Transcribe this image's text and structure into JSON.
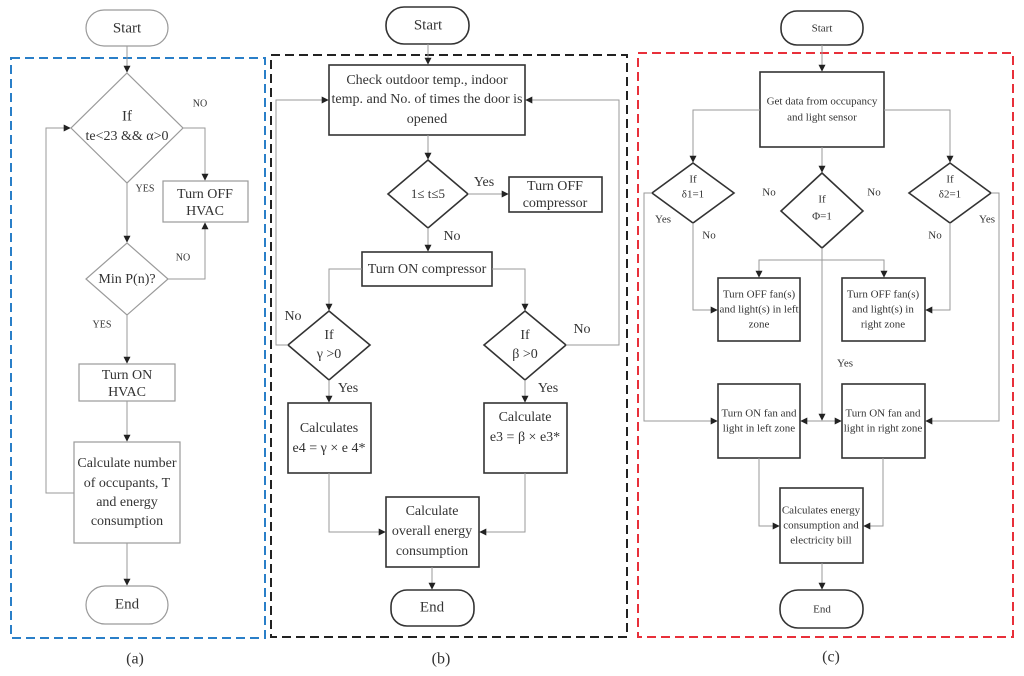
{
  "panels": {
    "a": {
      "caption": "(a)",
      "border_color": "#2a7fc8",
      "start": "Start",
      "decision1": [
        "If",
        "te<23 &&  α>0"
      ],
      "no1": "NO",
      "yes1": "YES",
      "turn_off": [
        "Turn OFF",
        "HVAC"
      ],
      "decision2": "Min P(n)?",
      "no2": "NO",
      "yes2": "YES",
      "turn_on": [
        "Turn ON",
        "HVAC"
      ],
      "calc": [
        "Calculate number",
        "of occupants, T",
        "and energy",
        "consumption"
      ],
      "end": "End"
    },
    "b": {
      "caption": "(b)",
      "border_color": "#222222",
      "start": "Start",
      "check": [
        "Check outdoor temp., indoor",
        "temp. and No. of times the door is",
        "opened"
      ],
      "decision_t": "1≤ t≤5",
      "yes_t": "Yes",
      "no_t": "No",
      "turn_off": [
        "Turn OFF",
        "compressor"
      ],
      "turn_on": "Turn ON compressor",
      "decision_gamma": [
        "If",
        "γ >0"
      ],
      "no_gamma": "No",
      "yes_gamma": "Yes",
      "decision_beta": [
        "If",
        "β >0"
      ],
      "no_beta": "No",
      "yes_beta": "Yes",
      "calc_e4": [
        "Calculates",
        "e4 = γ × e 4*"
      ],
      "calc_e3": [
        "Calculate",
        "e3 = β × e3*"
      ],
      "calc_overall": [
        "Calculate",
        "overall energy",
        "consumption"
      ],
      "end": "End"
    },
    "c": {
      "caption": "(c)",
      "border_color": "#e8303a",
      "start": "Start",
      "get_data": [
        "Get data from occupancy",
        "and light sensor"
      ],
      "decision_d1": [
        "If",
        " δ1=1"
      ],
      "yes_d1": "Yes",
      "no_d1": "No",
      "decision_phi": [
        "If",
        "Φ=1"
      ],
      "no_phi_left": "No",
      "no_phi_right": "No",
      "yes_phi": "Yes",
      "decision_d2": [
        "If",
        "δ2=1"
      ],
      "yes_d2": "Yes",
      "no_d2": "No",
      "off_left": [
        "Turn OFF fan(s)",
        "and light(s) in left",
        "zone"
      ],
      "off_right": [
        "Turn OFF fan(s)",
        "and light(s) in",
        "right zone"
      ],
      "on_left": [
        "Turn ON fan and",
        "light in left zone"
      ],
      "on_right": [
        "Turn ON fan and",
        "light in right zone"
      ],
      "calc": [
        "Calculates energy",
        "consumption and",
        "electricity bill"
      ],
      "end": "End"
    }
  }
}
